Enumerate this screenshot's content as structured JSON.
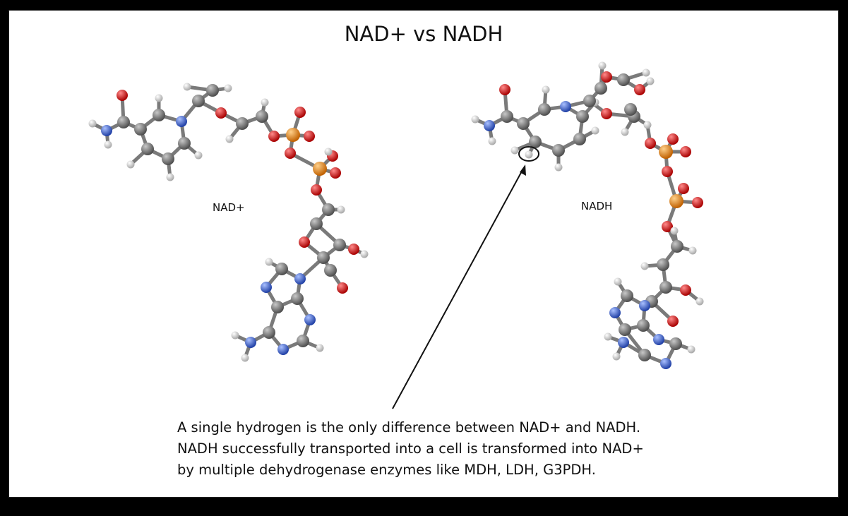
{
  "title": "NAD+ vs NADH",
  "molecules": {
    "nad_label": "NAD+",
    "nadh_label": "NADH"
  },
  "caption": {
    "line1": "A single hydrogen is the only difference between NAD+ and NADH.",
    "line2": "NADH successfully transported into a cell is transformed into NAD+",
    "line3": "by multiple dehydrogenase enzymes like MDH, LDH, G3PDH."
  },
  "colors": {
    "carbon": "#707070",
    "oxygen": "#e01010",
    "nitrogen": "#3b66d8",
    "phosphorus": "#f39018",
    "hydrogen": "#f2f2f2",
    "bond": "#7a7a7a"
  }
}
